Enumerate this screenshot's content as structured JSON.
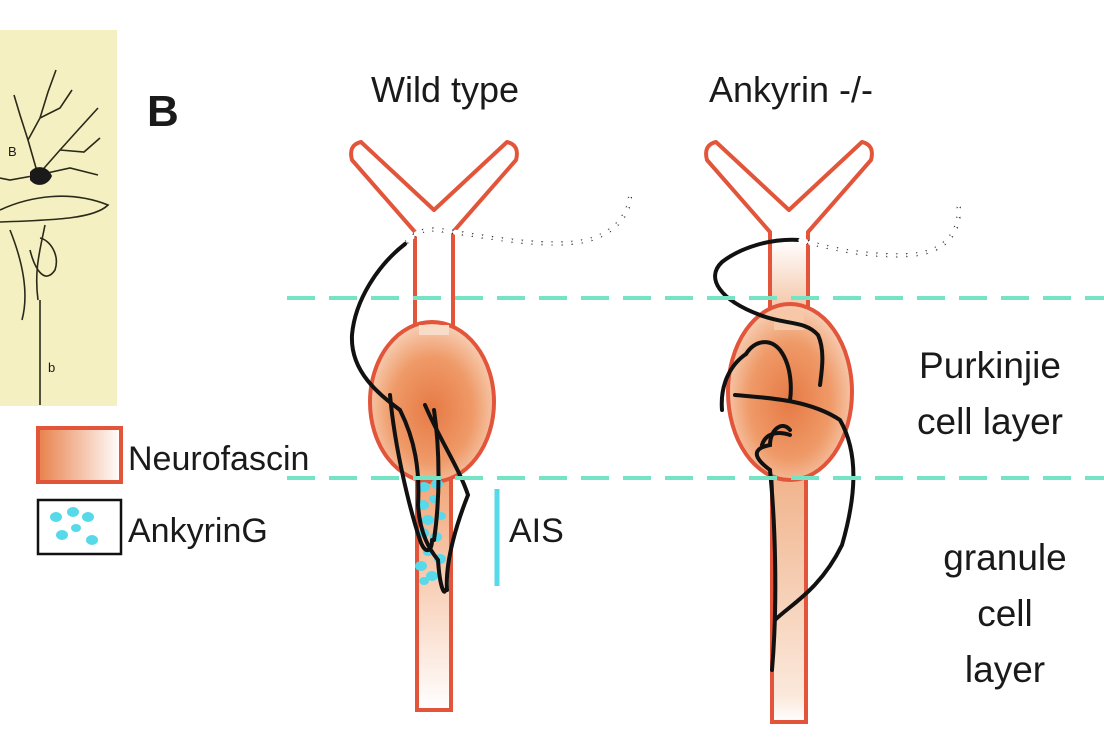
{
  "panel_letter": "B",
  "inset": {
    "labels": [
      "B",
      "b"
    ]
  },
  "columns": [
    {
      "title": "Wild type"
    },
    {
      "title": "Ankyrin -/-"
    }
  ],
  "layers": {
    "purkinje": [
      "Purkinjie",
      "cell layer"
    ],
    "granule": [
      "granule",
      "cell",
      "layer"
    ]
  },
  "ais_label": "AIS",
  "legend": [
    {
      "label": "Neurofascin",
      "icon": "neurofascin-gradient-swatch"
    },
    {
      "label": "AnkyrinG",
      "icon": "ankyring-dots-swatch"
    }
  ],
  "colors": {
    "neuron_outline": "#e2553a",
    "neurofascin_fill": "#ec8f5c",
    "ankyrinG": "#56d9e8",
    "layer_boundary": "#74e4c4",
    "ais_bar": "#56d9e8",
    "inset_bg": "#f5f0c2"
  }
}
